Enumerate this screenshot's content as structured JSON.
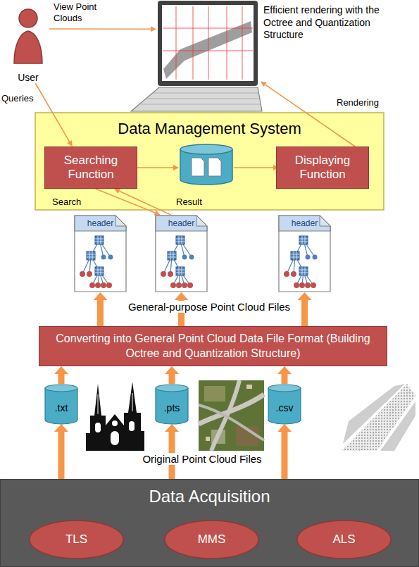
{
  "diagram": {
    "nodes": [
      {
        "text": [
          "User"
        ]
      },
      {
        "text": [
          "Efficient rendering with the Octree and Quantization Structure"
        ]
      },
      {
        "text": [
          "Data Management System"
        ]
      },
      {
        "text": [
          "Searching Function"
        ],
        "in": 2
      },
      {
        "text": [
          "Displaying Function"
        ],
        "in": 2
      },
      {
        "text": [
          "header"
        ]
      },
      {
        "text": [
          "header"
        ]
      },
      {
        "text": [
          "header"
        ]
      },
      {
        "text": [
          "Converting into General Point Cloud Data File Format (Building Octree and Quantization Structure)"
        ]
      },
      {
        "text": [
          ".txt"
        ]
      },
      {
        "text": [
          ".pts"
        ]
      },
      {
        "text": [
          ".csv"
        ]
      },
      {
        "text": [
          "Data Acquisition"
        ]
      },
      {
        "text": [
          "TLS"
        ],
        "in": 12
      },
      {
        "text": [
          "MMS"
        ],
        "in": 12
      },
      {
        "text": [
          "ALS"
        ],
        "in": 12
      }
    ],
    "edges": [
      {
        "from": 0,
        "to": 1,
        "label": "View Point Clouds",
        "arrow": "to"
      },
      {
        "from": 0,
        "to": 3,
        "label": "Queries",
        "arrow": "to"
      },
      {
        "from": 4,
        "to": 1,
        "label": "Rendering",
        "arrow": "to"
      },
      {
        "from": 3,
        "to": 6,
        "label": "Search",
        "arrow": "to"
      },
      {
        "from": 6,
        "to": 3,
        "label": "Result",
        "arrow": "to"
      },
      {
        "from": 8,
        "to": 5,
        "arrow": "to"
      },
      {
        "from": 8,
        "to": 6,
        "arrow": "to"
      },
      {
        "from": 8,
        "to": 7,
        "arrow": "to"
      },
      {
        "from": 9,
        "to": 8,
        "arrow": "to"
      },
      {
        "from": 10,
        "to": 8,
        "arrow": "to"
      },
      {
        "from": 11,
        "to": 8,
        "arrow": "to"
      },
      {
        "from": 12,
        "to": 9,
        "arrow": "to"
      },
      {
        "from": 12,
        "to": 10,
        "arrow": "to"
      },
      {
        "from": 12,
        "to": 11,
        "arrow": "to"
      }
    ],
    "labels": [
      "General-purpose Point Cloud Files",
      "Original Point Cloud Files"
    ]
  }
}
